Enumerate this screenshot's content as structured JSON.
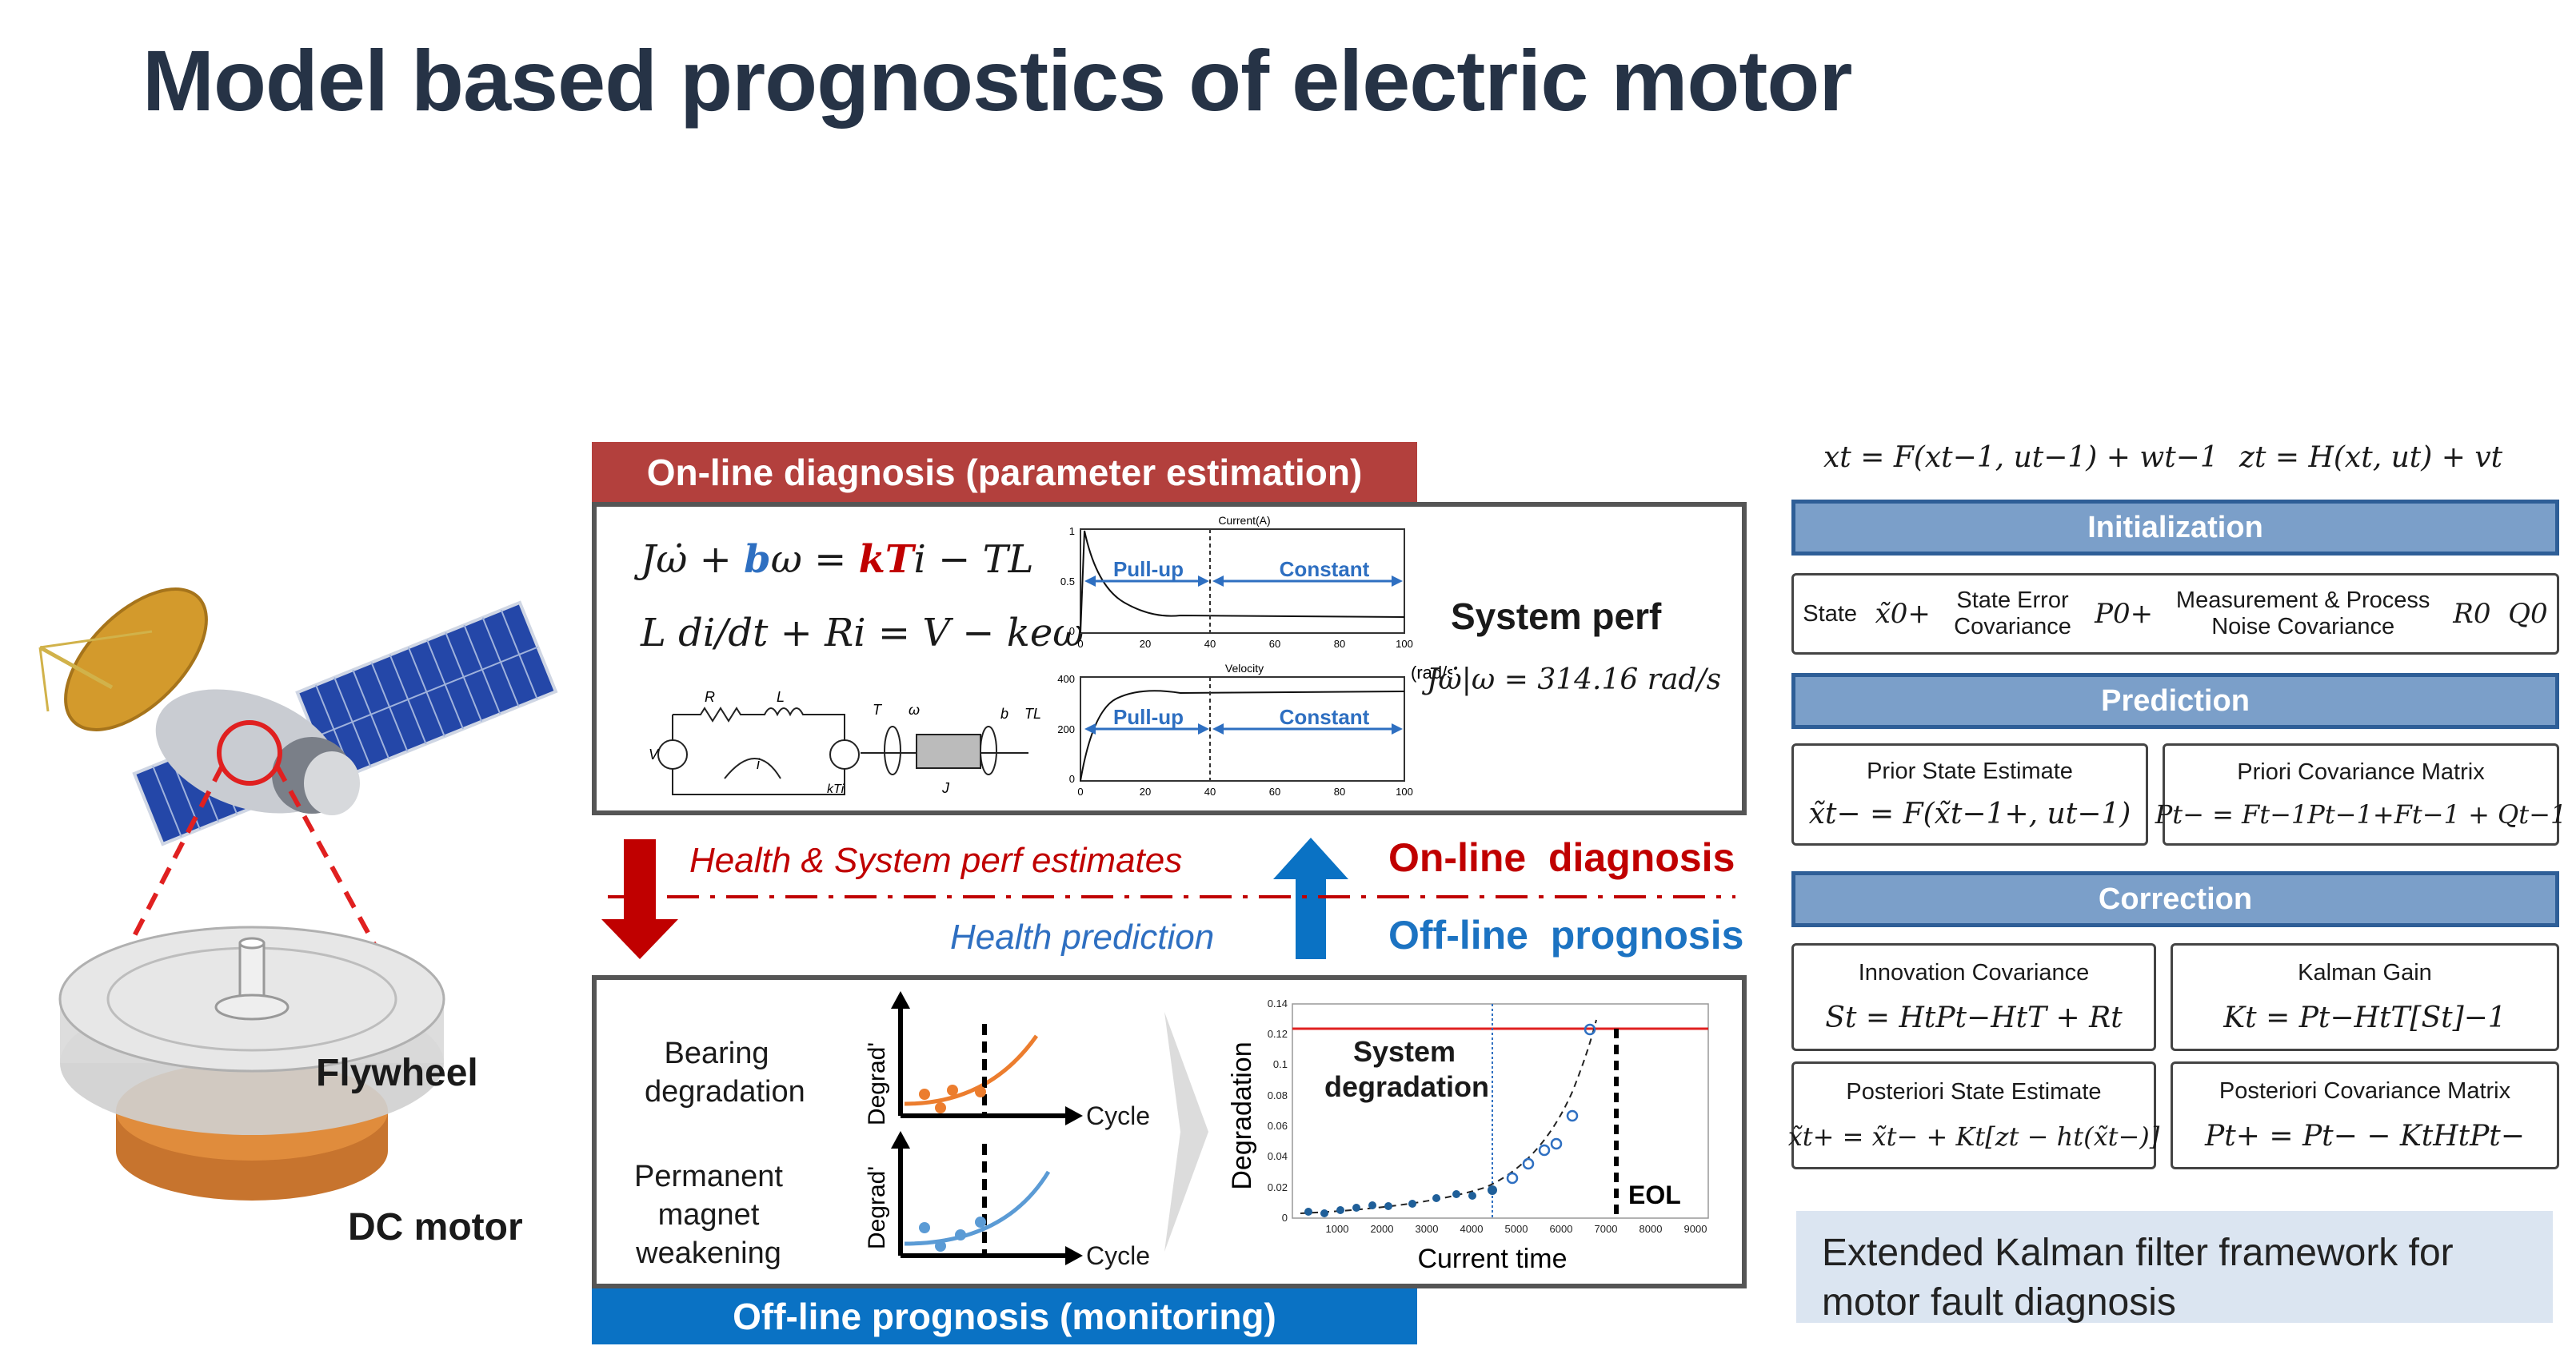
{
  "title": "Model based prognostics of electric motor",
  "satellite": {
    "flywheel_label": "Flywheel",
    "dc_motor_label": "DC motor"
  },
  "online": {
    "banner": "On-line diagnosis (parameter estimation)",
    "eq1": "Jω̇ + bω = kTi − TL",
    "eq1_parts": [
      "Jω̇ + ",
      "b",
      "ω = ",
      "kT",
      "i − TL"
    ],
    "eq2": "L di/dt + Ri = V − keω",
    "system_perf_label": "System perf",
    "system_perf_eq": "Jω̇|ω = 314.16 rad/s",
    "circuit_labels": [
      "R",
      "L",
      "V",
      "i",
      "kTi",
      "T",
      "ω",
      "b",
      "TL",
      "J"
    ],
    "current_plot": {
      "title": "Current(A)",
      "phase_labels": [
        "Pull-up",
        "Constant"
      ],
      "yticks": [
        "1",
        "0.5",
        "0"
      ],
      "xticks": [
        "0",
        "20",
        "40",
        "60",
        "80",
        "100"
      ]
    },
    "velocity_plot": {
      "title": "Velocity",
      "unit": "(rad/s)",
      "phase_labels": [
        "Pull-up",
        "Constant"
      ],
      "yticks": [
        "400",
        "200",
        "0"
      ],
      "xticks": [
        "0",
        "20",
        "40",
        "60",
        "80",
        "100"
      ]
    }
  },
  "middle": {
    "health_estimates": "Health & System perf estimates",
    "health_prediction": "Health prediction",
    "online_diagnosis": "On-line  diagnosis",
    "offline_prognosis": "Off-line  prognosis"
  },
  "offline": {
    "banner": "Off-line prognosis (monitoring)",
    "bearing_label": "Bearing degradation",
    "magnet_label": "Permanent magnet weakening",
    "axis_y": "Degrad'",
    "axis_x": "Cycle",
    "degradation_plot": {
      "ylabel": "Degradation",
      "xlabel": "Current time",
      "annotation": "System degradation",
      "eol_label": "EOL",
      "yticks": [
        "0.14",
        "0.12",
        "0.1",
        "0.08",
        "0.06",
        "0.04",
        "0.02",
        "0"
      ],
      "xticks": [
        "1000",
        "2000",
        "3000",
        "4000",
        "5000",
        "6000",
        "7000",
        "8000",
        "9000"
      ]
    }
  },
  "ekf": {
    "model_eq1": "xt = F(xt−1, ut−1) + wt−1",
    "model_eq2": "zt = H(xt, ut) + vt",
    "initialization": {
      "header": "Initialization",
      "state_label": "State",
      "state_sym": "x̃0+",
      "error_cov_label": "State Error Covariance",
      "error_cov_sym": "P0+",
      "noise_label": "Measurement & Process Noise Covariance",
      "noise_sym": "R0  Q0"
    },
    "prediction": {
      "header": "Prediction",
      "prior_state_label": "Prior State Estimate",
      "prior_state_eq": "x̃t− = F(x̃t−1+, ut−1)",
      "prior_cov_label": "Priori Covariance Matrix",
      "prior_cov_eq": "Pt− = Ft−1Pt−1+Ft−1 + Qt−1"
    },
    "correction": {
      "header": "Correction",
      "innovation_label": "Innovation Covariance",
      "innovation_eq": "St = HtPt−HtT + Rt",
      "gain_label": "Kalman Gain",
      "gain_eq": "Kt = Pt−HtT[St]−1",
      "post_state_label": "Posteriori State Estimate",
      "post_state_eq": "x̃t+ = x̃t− + Kt[zt − ht(x̃t−)]",
      "post_cov_label": "Posteriori Covariance Matrix",
      "post_cov_eq": "Pt+ = Pt− − KtHtPt−"
    },
    "caption": "Extended Kalman filter framework for motor fault diagnosis"
  },
  "colors": {
    "title": "#263346",
    "online_banner": "#b3403d",
    "offline_banner": "#0a72c4",
    "online_text": "#c00000",
    "offline_text": "#1c73c2",
    "ekf_header": "#7b9fc9",
    "caption_bg": "#dbe5f1"
  }
}
